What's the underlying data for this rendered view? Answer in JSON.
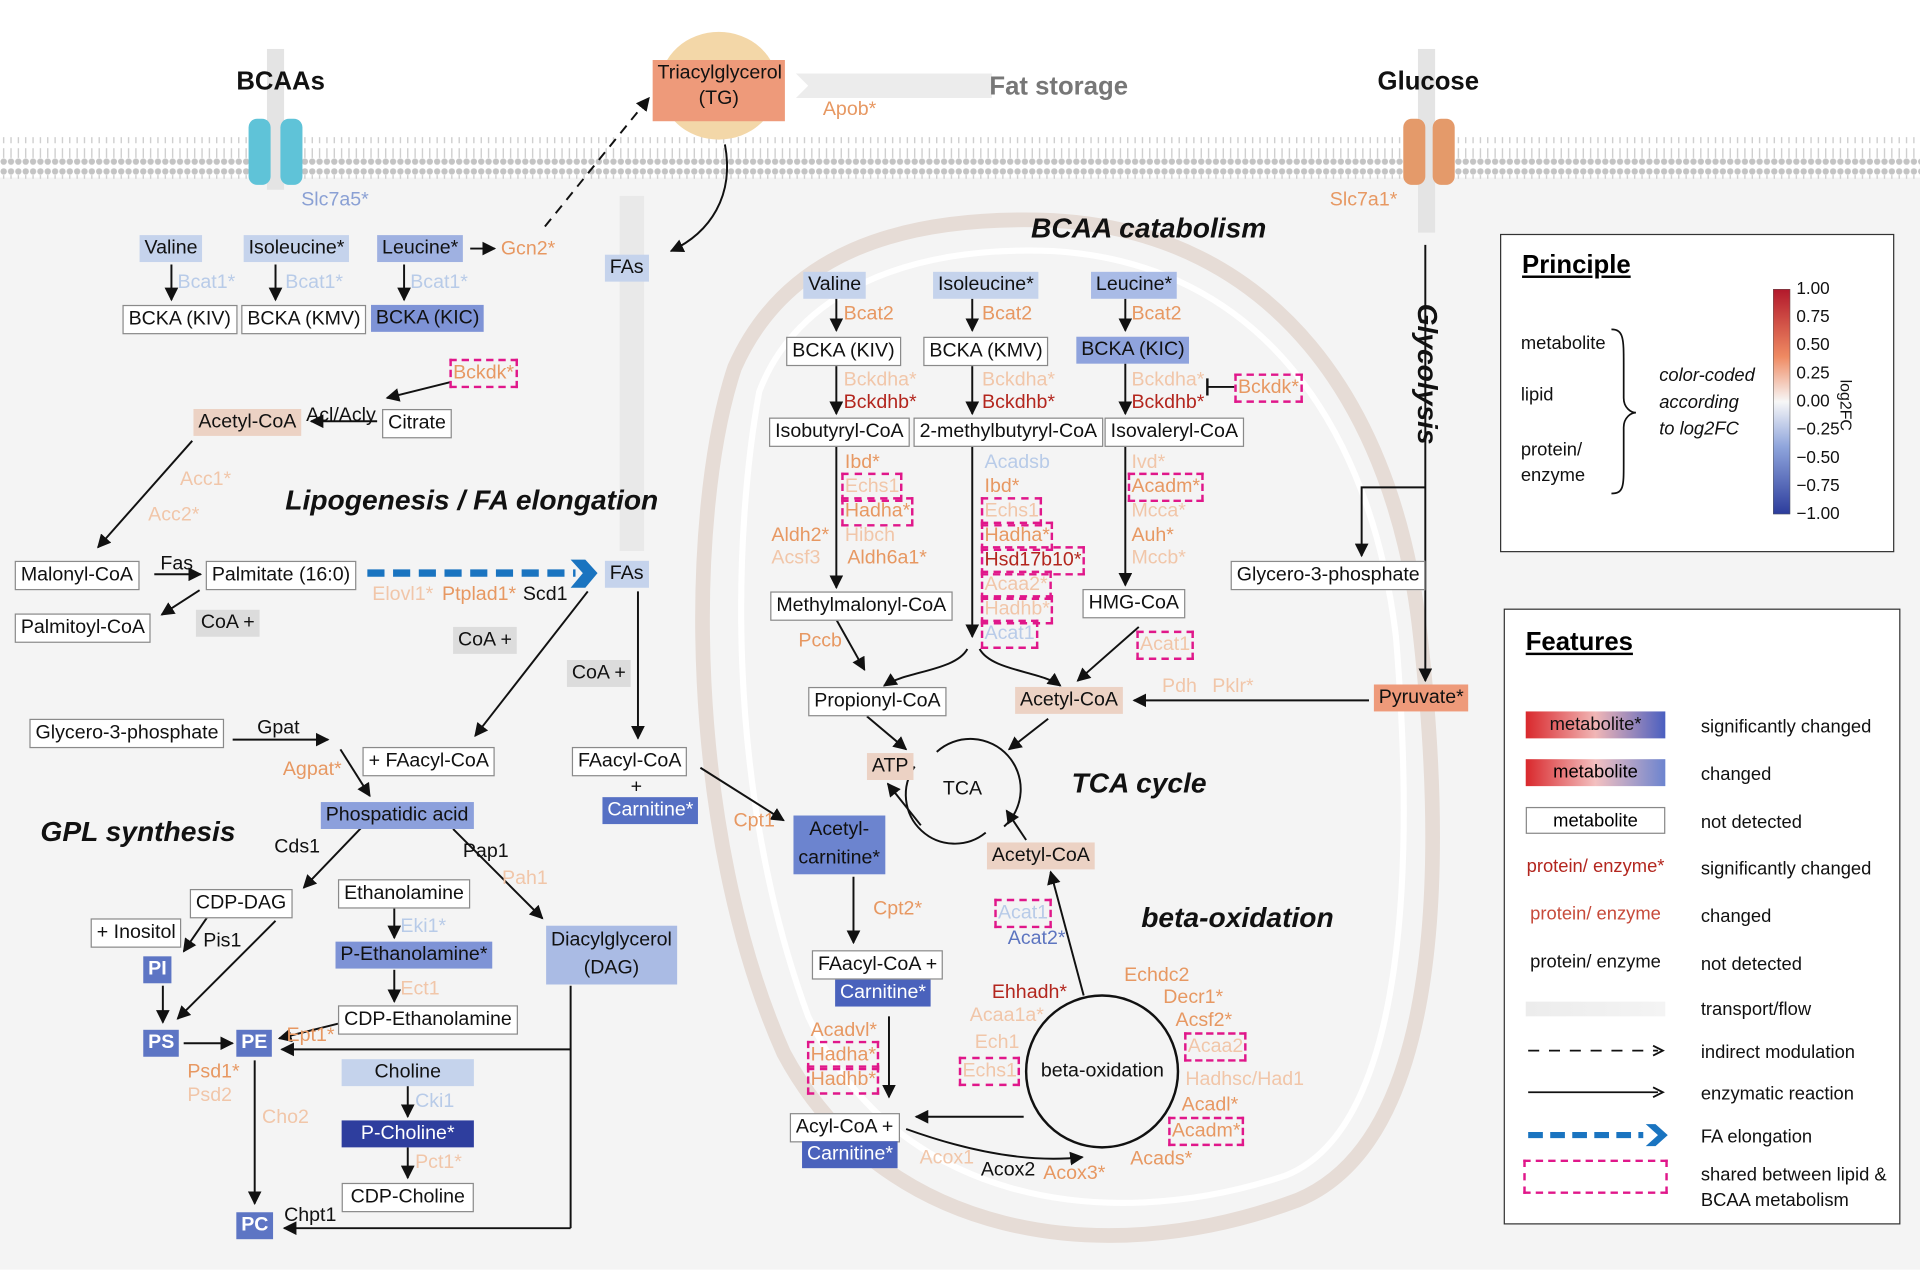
{
  "colors": {
    "red": "#b3261e",
    "orange": "#e79862",
    "light_orange": "#f1c6a9",
    "blue": "#4256ad",
    "light_blue": "#b8cbe8",
    "pink_dash": "#e0178a",
    "fa_elongation": "#1a74c0"
  },
  "header": {
    "bcaas": "BCAAs",
    "glucose": "Glucose",
    "fat_storage": "Fat storage",
    "tg": "Triacylglycerol\n(TG)",
    "apob": "Apob*",
    "slc7a5": "Slc7a5*",
    "slc7a1": "Slc7a1*"
  },
  "sections": {
    "bcaa_catabolism": "BCAA catabolism",
    "lipogenesis": "Lipogenesis / FA elongation",
    "gpl": "GPL synthesis",
    "tca": "TCA cycle",
    "beta_ox": "beta-oxidation",
    "glycolysis": "Glycolysis"
  },
  "left": {
    "valine": "Valine",
    "isoleucine": "Isoleucine*",
    "leucine": "Leucine*",
    "gcn2": "Gcn2*",
    "bcat1": "Bcat1*",
    "kiv": "BCKA (KIV)",
    "kmv": "BCKA (KMV)",
    "kic": "BCKA (KIC)",
    "bckdk": "Bckdk*",
    "acetyl_coa": "Acetyl-CoA",
    "acl": "Acl/Acly",
    "citrate": "Citrate",
    "acc1": "Acc1*",
    "acc2": "Acc2*",
    "malonyl": "Malonyl-CoA",
    "fas": "Fas",
    "palmitate": "Palmitate (16:0)",
    "palmitoyl": "Palmitoyl-CoA",
    "coa1": "CoA +",
    "coa2": "CoA +",
    "coa3": "CoA +",
    "elovl1": "Elovl1*",
    "ptplad1": "Ptplad1*",
    "scd1": "Scd1",
    "fas_top": "FAs",
    "fas_mid": "FAs",
    "g3p": "Glycero-3-phosphate",
    "gpat": "Gpat",
    "agpat": "Agpat*",
    "faacyl": "+ FAacyl-CoA",
    "faacyl2": "FAacyl-CoA",
    "plus": "+",
    "carnitine": "Carnitine*",
    "pa": "Phospatidic acid",
    "cds1": "Cds1",
    "pap1": "Pap1",
    "pah1": "Pah1",
    "cdpdag": "CDP-DAG",
    "inositol": "+ Inositol",
    "pis1": "Pis1",
    "ethanolamine": "Ethanolamine",
    "eki1": "Eki1*",
    "p_eth": "P-Ethanolamine*",
    "ect1": "Ect1",
    "cdp_eth": "CDP-Ethanolamine",
    "ept1": "Ept1*",
    "dag": "Diacylglycerol\n(DAG)",
    "pi": "PI",
    "ps": "PS",
    "pe": "PE",
    "pc": "PC",
    "psd1": "Psd1*",
    "psd2": "Psd2",
    "cho2": "Cho2",
    "choline": "Choline",
    "cki1": "Cki1",
    "p_cho": "P-Choline*",
    "pct1": "Pct1*",
    "cdp_cho": "CDP-Choline",
    "chpt1": "Chpt1",
    "cpt1": "Cpt1",
    "acylcarn": "Acetyl-\ncarnitine*",
    "cpt2": "Cpt2*",
    "faacyl3": "FAacyl-CoA +",
    "carnitine2": "Carnitine*",
    "acadvl": "Acadvl*",
    "hadha": "Hadha*",
    "hadhb": "Hadhb*",
    "acyl": "Acyl-CoA +",
    "carnitine3": "Carnitine*"
  },
  "mito": {
    "valine": "Valine",
    "isoleucine": "Isoleucine*",
    "leucine": "Leucine*",
    "bcat2": "Bcat2",
    "kiv": "BCKA (KIV)",
    "kmv": "BCKA (KMV)",
    "kic": "BCKA (KIC)",
    "bckdha": "Bckdha*",
    "bckdhb": "Bckdhb*",
    "bckdk": "Bckdk*",
    "isobutyryl": "Isobutyryl-CoA",
    "mebutyryl": "2-methylbutyryl-CoA",
    "isovaleryl": "Isovaleryl-CoA",
    "ibd": "Ibd*",
    "echs1": "Echs1",
    "hadha": "Hadha*",
    "hibch": "Hibch",
    "aldh2": "Aldh2*",
    "acsf3": "Acsf3",
    "aldh6a1": "Aldh6a1*",
    "acadsb": "Acadsb",
    "ibd2": "Ibd*",
    "echs1b": "Echs1",
    "hadha2": "Hadha*",
    "hsd17b10": "Hsd17b10*",
    "acaa2": "Acaa2*",
    "hadhb": "Hadhb*",
    "acat1": "Acat1",
    "ivd": "Ivd*",
    "acadm": "Acadm*",
    "mcca": "Mcca*",
    "auh": "Auh*",
    "mccb": "Mccb*",
    "acat1b": "Acat1",
    "methylmalonyl": "Methylmalonyl-CoA",
    "hmg": "HMG-CoA",
    "pccb": "Pccb",
    "propionyl": "Propionyl-CoA",
    "acetyl": "Acetyl-CoA",
    "pdh": "Pdh",
    "pklr": "Pklr*",
    "pyruvate": "Pyruvate*",
    "g3p": "Glycero-3-phosphate",
    "atp": "ATP",
    "tca": "TCA",
    "acetyl2": "Acetyl-CoA",
    "acat1c": "Acat1",
    "acat2": "Acat2*",
    "ehhadh": "Ehhadh*",
    "acaa1a": "Acaa1a*",
    "ech1": "Ech1",
    "echs1c": "Echs1",
    "echdc2": "Echdc2",
    "decr1": "Decr1*",
    "acsf2": "Acsf2*",
    "acaa2b": "Acaa2",
    "hadhsc": "Hadhsc/Had1",
    "acadl": "Acadl*",
    "acadm2": "Acadm*",
    "acads": "Acads*",
    "acox1": "Acox1",
    "acox2": "Acox2",
    "acox3": "Acox3*",
    "beta": "beta-oxidation"
  },
  "principle": {
    "title": "Principle",
    "metabolite": "metabolite",
    "lipid": "lipid",
    "protein": "protein/\nenzyme",
    "colorcoded": "color-coded\naccording\nto log2FC",
    "scale_label": "log2FC",
    "ticks": [
      "1.00",
      "0.75",
      "0.50",
      "0.25",
      "0.00",
      "−0.25",
      "−0.50",
      "−0.75",
      "−1.00"
    ]
  },
  "features": {
    "title": "Features",
    "items": [
      {
        "swatch": "metabolite*",
        "label": "significantly changed"
      },
      {
        "swatch": "metabolite",
        "label": "changed"
      },
      {
        "swatch": "metabolite",
        "label": "not detected"
      },
      {
        "swatch": "protein/ enzyme*",
        "label": "significantly changed"
      },
      {
        "swatch": "protein/ enzyme",
        "label": "changed"
      },
      {
        "swatch": "protein/ enzyme",
        "label": "not detected"
      },
      {
        "swatch": "",
        "label": "transport/flow"
      },
      {
        "swatch": "",
        "label": "indirect modulation"
      },
      {
        "swatch": "",
        "label": "enzymatic reaction"
      },
      {
        "swatch": "",
        "label": "FA elongation"
      },
      {
        "swatch": "",
        "label": "shared between lipid &\nBCAA metabolism"
      }
    ]
  }
}
